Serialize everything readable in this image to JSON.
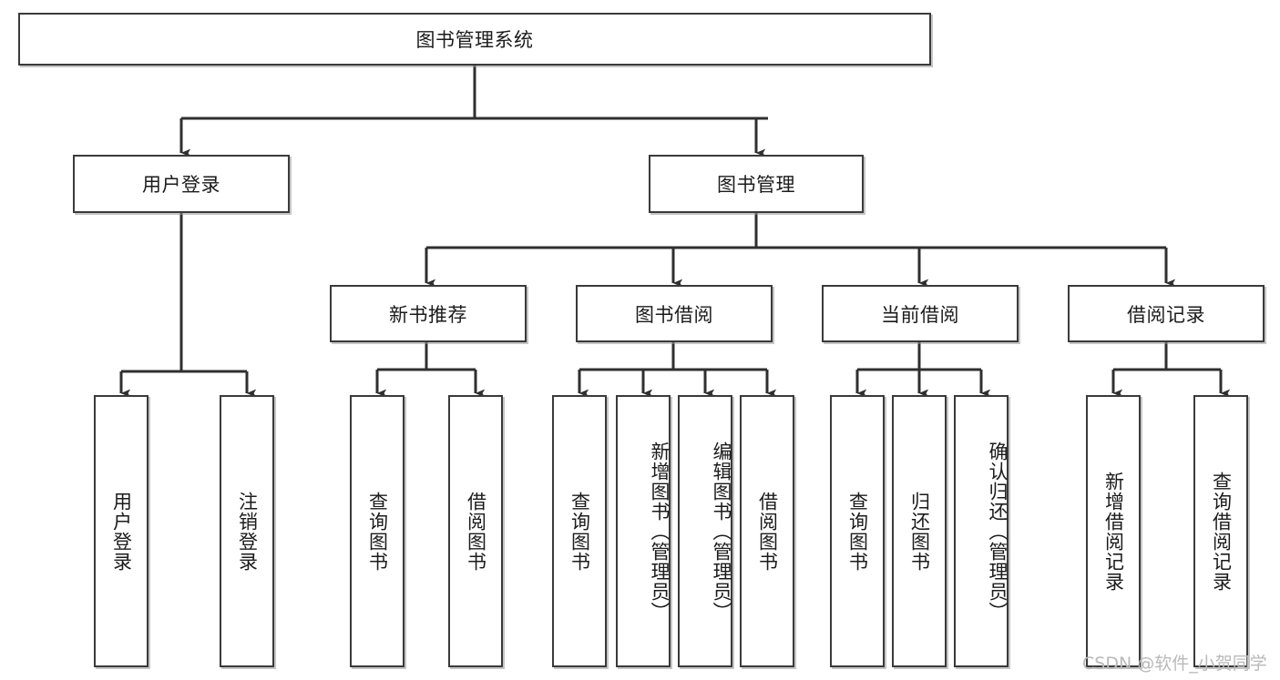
{
  "diagram": {
    "title": "图书管理系统",
    "type": "tree",
    "watermark": "CSDN @软件_小贺同学",
    "colors": {
      "box_border": "#3a3a3a",
      "box_fill": "#ffffff",
      "connector": "#2f2f2f",
      "text": "#1b1b1b",
      "watermark": "#b9b9b9"
    },
    "nodes": {
      "root": {
        "label": "图书管理系统",
        "orientation": "horizontal"
      },
      "level2": [
        {
          "label": "用户登录",
          "orientation": "horizontal"
        },
        {
          "label": "图书管理",
          "orientation": "horizontal"
        }
      ],
      "level3": [
        {
          "label": "新书推荐",
          "orientation": "horizontal"
        },
        {
          "label": "图书借阅",
          "orientation": "horizontal"
        },
        {
          "label": "当前借阅",
          "orientation": "horizontal"
        },
        {
          "label": "借阅记录",
          "orientation": "horizontal"
        }
      ],
      "leaves": {
        "user_login": [
          {
            "label": "用户登录",
            "orientation": "vertical"
          },
          {
            "label": "注销登录",
            "orientation": "vertical"
          }
        ],
        "new_book_recommend": [
          {
            "label": "查询图书",
            "orientation": "vertical"
          },
          {
            "label": "借阅图书",
            "orientation": "vertical"
          }
        ],
        "book_borrow": [
          {
            "label": "查询图书",
            "orientation": "vertical"
          },
          {
            "label": "新增图书（管理员）",
            "orientation": "vertical"
          },
          {
            "label": "编辑图书（管理员）",
            "orientation": "vertical"
          },
          {
            "label": "借阅图书",
            "orientation": "vertical"
          }
        ],
        "current_borrow": [
          {
            "label": "查询图书",
            "orientation": "vertical"
          },
          {
            "label": "归还图书",
            "orientation": "vertical"
          },
          {
            "label": "确认归还（管理员）",
            "orientation": "vertical"
          }
        ],
        "borrow_record": [
          {
            "label": "新增借阅记录",
            "orientation": "vertical"
          },
          {
            "label": "查询借阅记录",
            "orientation": "vertical"
          }
        ]
      }
    }
  }
}
